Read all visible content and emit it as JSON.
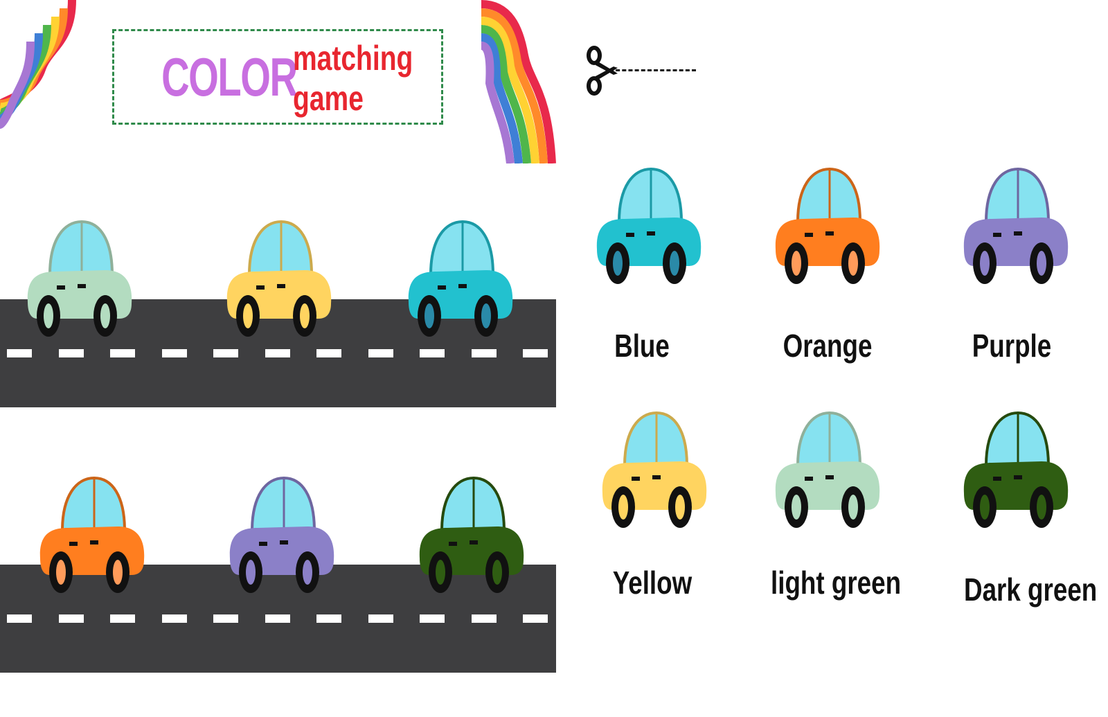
{
  "title": {
    "word": "COLOR",
    "subtitle": "matching game"
  },
  "colors": {
    "road": "#3e3e40",
    "title_color": "#c86fe0",
    "title_sub": "#e8262f",
    "frame": "#2f8a4a",
    "window": "#86e2f0"
  },
  "roads": [
    {
      "cars": [
        {
          "color": "light-green",
          "body": "#b3dcc0",
          "wheel_hub": "#b3dcc0"
        },
        {
          "color": "yellow",
          "body": "#ffd460",
          "wheel_hub": "#ffd460"
        },
        {
          "color": "blue",
          "body": "#22c1cf",
          "wheel_hub": "#2a8aa8"
        }
      ]
    },
    {
      "cars": [
        {
          "color": "orange",
          "body": "#ff7e1f",
          "wheel_hub": "#ff9b5a"
        },
        {
          "color": "purple",
          "body": "#8b80c8",
          "wheel_hub": "#8b80c8"
        },
        {
          "color": "dark-green",
          "body": "#2f5d12",
          "wheel_hub": "#2f5d12"
        }
      ]
    }
  ],
  "cutouts": [
    {
      "label": "Blue",
      "body": "#22c1cf",
      "wheel_hub": "#2a8aa8"
    },
    {
      "label": "Orange",
      "body": "#ff7e1f",
      "wheel_hub": "#ff9b5a"
    },
    {
      "label": "Purple",
      "body": "#8b80c8",
      "wheel_hub": "#8b80c8"
    },
    {
      "label": "Yellow",
      "body": "#ffd460",
      "wheel_hub": "#ffd460"
    },
    {
      "label": "light green",
      "body": "#b3dcc0",
      "wheel_hub": "#b3dcc0"
    },
    {
      "label": "Dark green",
      "body": "#2f5d12",
      "wheel_hub": "#2f5d12"
    }
  ],
  "icons": {
    "scissors": "scissors-icon",
    "rainbow": "rainbow-icon"
  }
}
